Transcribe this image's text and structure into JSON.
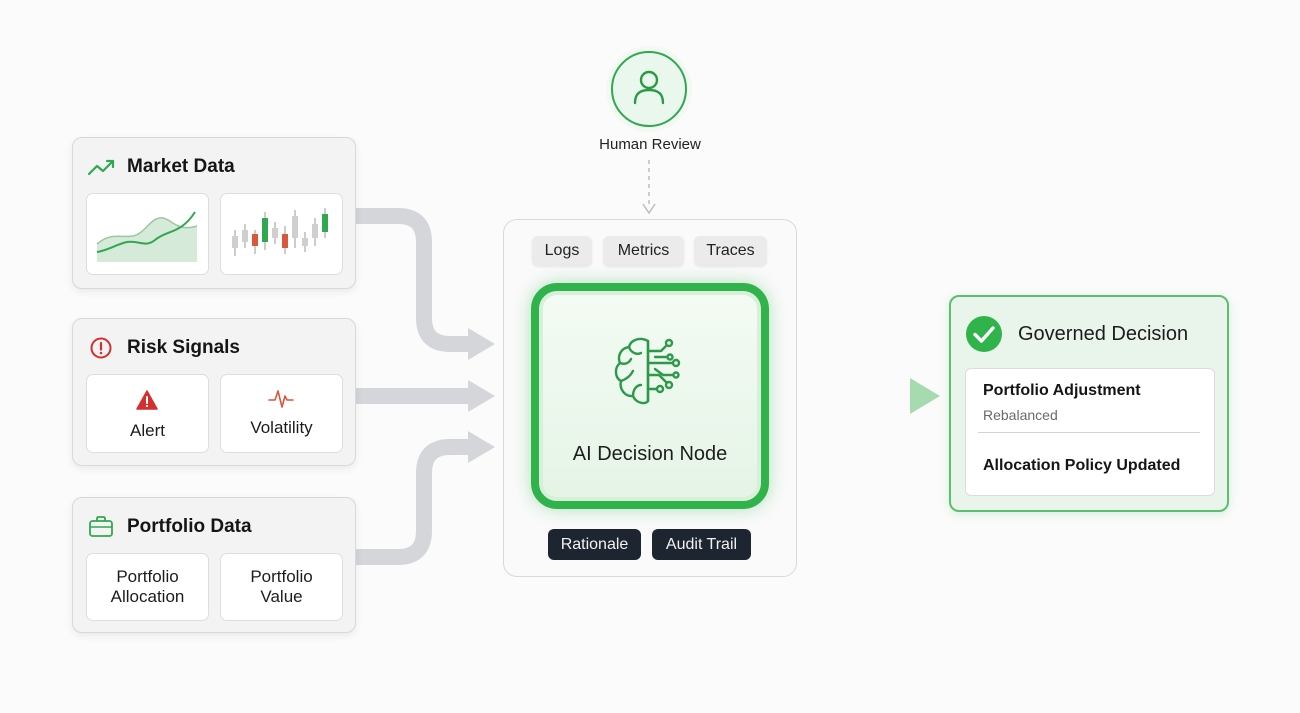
{
  "inputs": {
    "market": {
      "title": "Market Data",
      "icon": "trend-up-icon"
    },
    "risk": {
      "title": "Risk Signals",
      "icon": "alert-circle-icon",
      "cards": [
        {
          "label": "Alert",
          "icon": "warning-triangle-icon"
        },
        {
          "label": "Volatility",
          "icon": "pulse-icon"
        }
      ]
    },
    "portfolio": {
      "title": "Portfolio Data",
      "icon": "briefcase-icon",
      "cards": [
        {
          "label": "Portfolio\nAllocation"
        },
        {
          "label": "Portfolio\nValue"
        }
      ]
    }
  },
  "human_review": {
    "label": "Human Review",
    "icon": "user-icon"
  },
  "node": {
    "label": "AI Decision Node",
    "icon": "brain-circuit-icon",
    "chips_top": [
      "Logs",
      "Metrics",
      "Traces"
    ],
    "chips_bottom": [
      "Rationale",
      "Audit Trail"
    ]
  },
  "decision": {
    "title": "Governed Decision",
    "icon": "check-circle-icon",
    "items": [
      {
        "title": "Portfolio Adjustment",
        "subtitle": "Rebalanced"
      },
      {
        "title": "Allocation Policy Updated"
      }
    ]
  },
  "colors": {
    "accent": "#2fb34a",
    "alert": "#d32f2f",
    "candle_down": "#d9573b",
    "dark_chip": "#1d2530",
    "flow": "#d4d6da"
  }
}
